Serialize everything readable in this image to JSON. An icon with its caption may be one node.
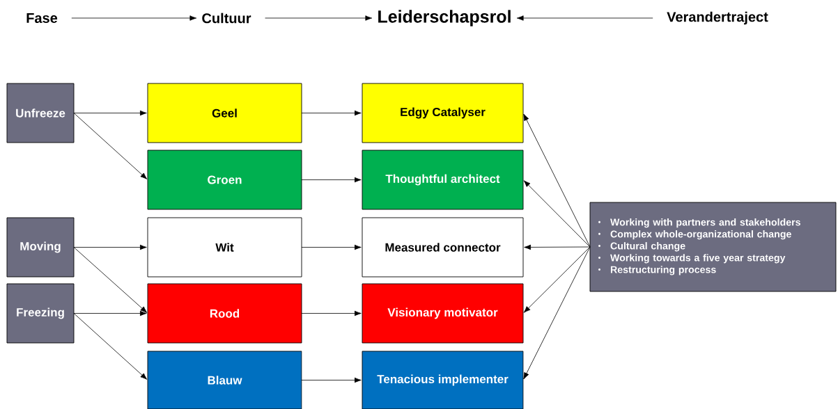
{
  "diagram": {
    "nodes": [
      {
        "text": [
          "Fase"
        ]
      },
      {
        "text": [
          "Cultuur"
        ]
      },
      {
        "text": [
          "Leiderschapsrol"
        ]
      },
      {
        "text": [
          "Verandertraject"
        ]
      },
      {
        "text": [
          "Unfreeze"
        ]
      },
      {
        "text": [
          "Moving"
        ]
      },
      {
        "text": [
          "Freezing"
        ]
      },
      {
        "text": [
          "Geel"
        ]
      },
      {
        "text": [
          "Groen"
        ]
      },
      {
        "text": [
          "Wit"
        ]
      },
      {
        "text": [
          "Rood"
        ]
      },
      {
        "text": [
          "Blauw"
        ]
      },
      {
        "text": [
          "Edgy Catalyser"
        ]
      },
      {
        "text": [
          "Thoughtful architect"
        ]
      },
      {
        "text": [
          "Measured connector"
        ]
      },
      {
        "text": [
          "Visionary motivator"
        ]
      },
      {
        "text": [
          "Tenacious implementer"
        ]
      },
      {
        "text": [
          "Working with partners and stakeholders",
          "Complex whole-organizational change",
          "Cultural change",
          "Working towards a five year strategy",
          "Restructuring process"
        ]
      }
    ],
    "edges": [
      {
        "from": 0,
        "to": 1,
        "arrow": "to"
      },
      {
        "from": 1,
        "to": 2,
        "arrow": "to"
      },
      {
        "from": 3,
        "to": 2,
        "arrow": "to"
      },
      {
        "from": 4,
        "to": 7,
        "arrow": "to"
      },
      {
        "from": 4,
        "to": 8,
        "arrow": "to"
      },
      {
        "from": 5,
        "to": 9,
        "arrow": "to"
      },
      {
        "from": 5,
        "to": 10,
        "arrow": "to"
      },
      {
        "from": 6,
        "to": 10,
        "arrow": "to"
      },
      {
        "from": 6,
        "to": 11,
        "arrow": "to"
      },
      {
        "from": 7,
        "to": 12,
        "arrow": "to"
      },
      {
        "from": 8,
        "to": 13,
        "arrow": "to"
      },
      {
        "from": 9,
        "to": 14,
        "arrow": "to"
      },
      {
        "from": 10,
        "to": 15,
        "arrow": "to"
      },
      {
        "from": 11,
        "to": 16,
        "arrow": "to"
      },
      {
        "from": 17,
        "to": 12,
        "arrow": "to"
      },
      {
        "from": 17,
        "to": 13,
        "arrow": "to"
      },
      {
        "from": 17,
        "to": 14,
        "arrow": "to"
      },
      {
        "from": 17,
        "to": 15,
        "arrow": "to"
      },
      {
        "from": 17,
        "to": 16,
        "arrow": "to"
      }
    ]
  }
}
